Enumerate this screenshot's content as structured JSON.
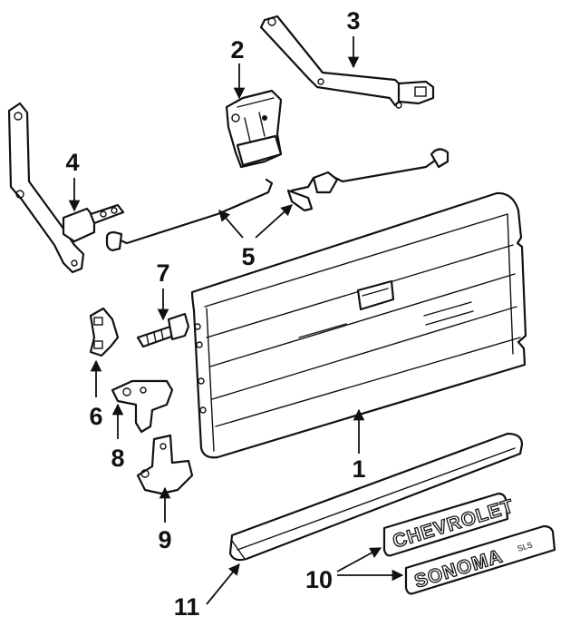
{
  "callouts": {
    "c1": "1",
    "c2": "2",
    "c3": "3",
    "c4": "4",
    "c5": "5",
    "c6": "6",
    "c7": "7",
    "c8": "8",
    "c9": "9",
    "c10": "10",
    "c11": "11"
  },
  "emblems": {
    "chevrolet": "CHEVROLET",
    "sonoma": "SONOMA",
    "sonoma_suffix": "SLS"
  }
}
